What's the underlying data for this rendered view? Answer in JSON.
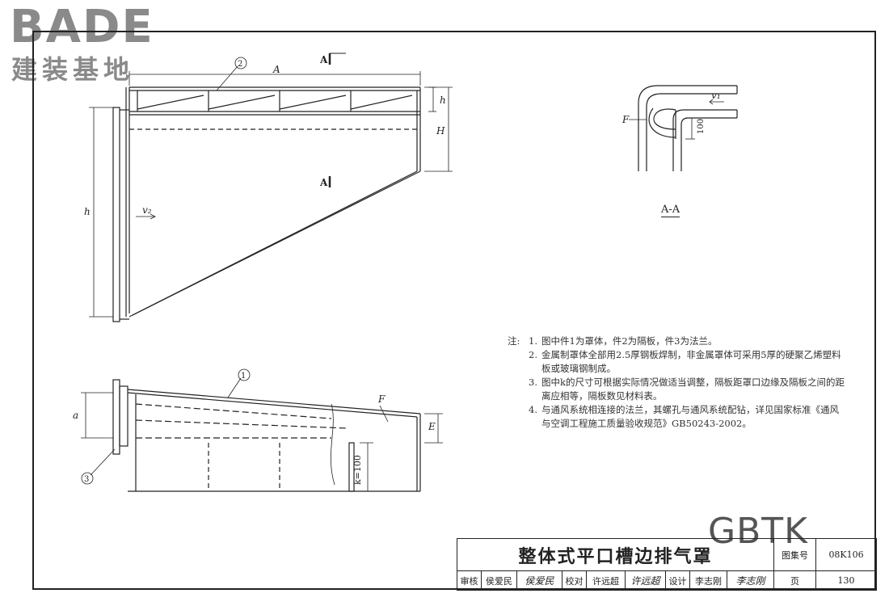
{
  "logo": {
    "brand": "BADE",
    "subtitle": "建装基地"
  },
  "drawing": {
    "elevation": {
      "dim_A": "A",
      "dim_h_small": "h",
      "dim_H": "H",
      "dim_h_large": "h",
      "velocity_v2": "v₂",
      "section_mark_top": "A",
      "section_mark_bottom": "A",
      "callout_2": "2"
    },
    "side_view": {
      "dim_a": "a",
      "dim_F": "F",
      "dim_E": "E",
      "dim_k": "k=100",
      "callout_1": "1",
      "callout_3": "3"
    },
    "section_aa": {
      "label": "A-A",
      "dim_F": "F",
      "velocity_v1": "v₁",
      "dim_100": "100"
    }
  },
  "notes": {
    "label": "注:",
    "items": [
      {
        "num": "1.",
        "text": "图中件1为罩体，件2为隔板，件3为法兰。"
      },
      {
        "num": "2.",
        "text": "金属制罩体全部用2.5厚钢板焊制，非金属罩体可采用5厚的硬聚乙烯塑料板或玻璃钢制成。"
      },
      {
        "num": "3.",
        "text": "图中k的尺寸可根据实际情况做适当调整，隔板距罩口边缘及隔板之间的距离应相等，隔板数见材料表。"
      },
      {
        "num": "4.",
        "text": "与通风系统相连接的法兰，其螺孔与通风系统配钻，详见国家标准《通风与空调工程施工质量验收规范》GB50243-2002。"
      }
    ]
  },
  "watermark": "GBTK",
  "titleblock": {
    "title": "整体式平口槽边排气罩",
    "atlas_label": "图集号",
    "atlas_no": "08K106",
    "review_label": "审核",
    "review_name": "侯爱民",
    "review_sig": "侯爱民",
    "check_label": "校对",
    "check_name": "许远超",
    "check_sig": "许远超",
    "design_label": "设计",
    "design_name": "李志刚",
    "design_sig": "李志刚",
    "page_label": "页",
    "page_no": "130"
  }
}
